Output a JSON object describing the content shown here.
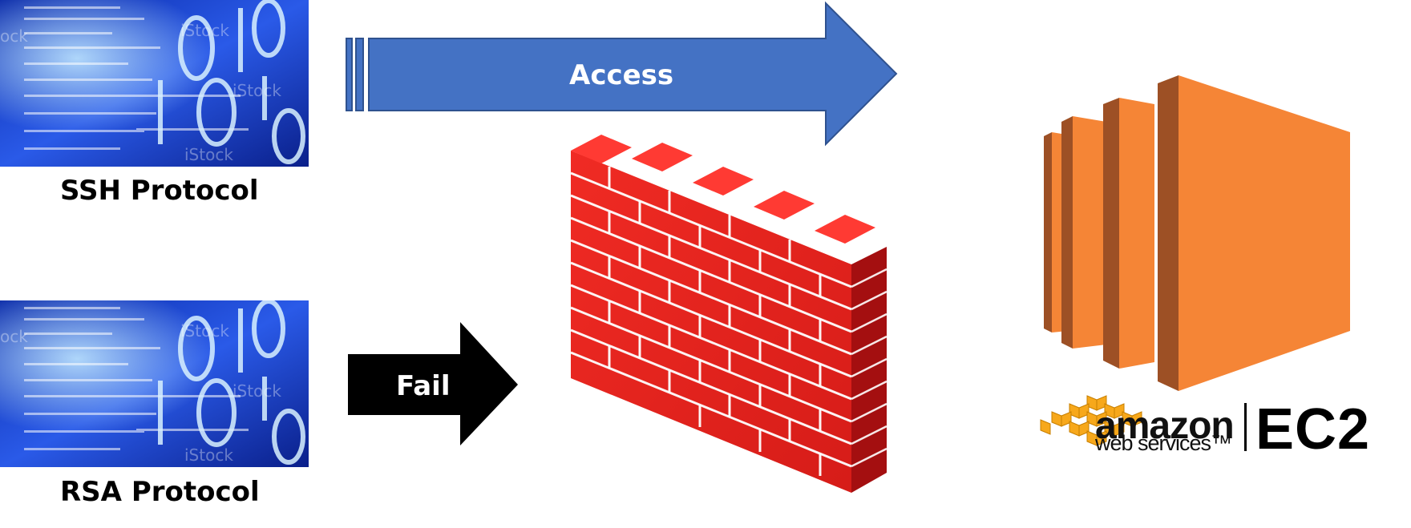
{
  "nodes": {
    "ssh": {
      "label": "SSH Protocol"
    },
    "rsa": {
      "label": "RSA Protocol"
    },
    "ec2": {
      "brand_word": "amazon",
      "brand_sub": "web services™",
      "product": "EC2"
    }
  },
  "edges": {
    "access": {
      "label": "Access"
    },
    "fail": {
      "label": "Fail"
    }
  },
  "colors": {
    "access_arrow": "#4472c4",
    "fail_arrow": "#000000",
    "brick_front": "#e8211d",
    "brick_side": "#a40f10",
    "ec2_orange": "#f58536",
    "ec2_dark": "#9d5025",
    "aws_yellow": "#f7a81b",
    "code_blue": "#1e43c9"
  }
}
